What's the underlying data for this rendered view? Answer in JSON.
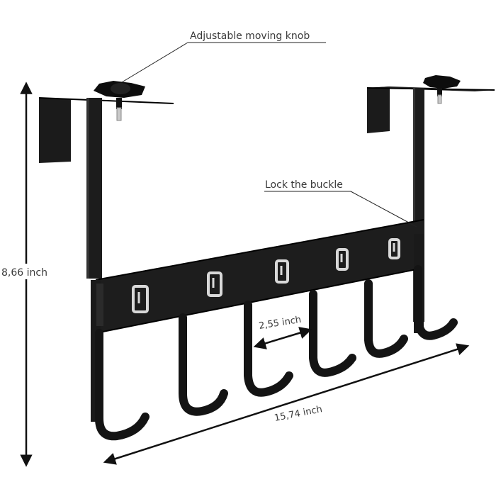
{
  "labels": {
    "knob": "Adjustable moving knob",
    "buckle": "Lock the buckle",
    "height": "8,66  inch",
    "spacing": "2,55 inch",
    "width": "15,74 inch"
  },
  "colors": {
    "metal": "#1c1c1c",
    "metal_edge": "#000000",
    "clip": "#d9d9d9",
    "dimension_line": "#111111",
    "text": "#3a3a3a"
  }
}
